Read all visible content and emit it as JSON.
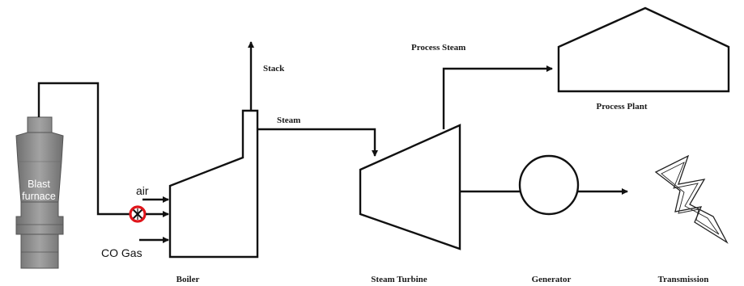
{
  "labels": {
    "blast_furnace_line1": "Blast",
    "blast_furnace_line2": "furnace",
    "air": "air",
    "co_gas": "CO Gas",
    "boiler": "Boiler",
    "stack": "Stack",
    "steam": "Steam",
    "process_steam": "Process Steam",
    "process_plant": "Process Plant",
    "steam_turbine": "Steam Turbine",
    "generator": "Generator",
    "transmission": "Transmission"
  },
  "colors": {
    "line": "#111111",
    "blast_furnace_fill": "#8a8a8a",
    "highlight_ring": "#e0151b"
  },
  "icons": {
    "valve": "valve-icon",
    "lightning": "lightning-bolt-icon"
  }
}
